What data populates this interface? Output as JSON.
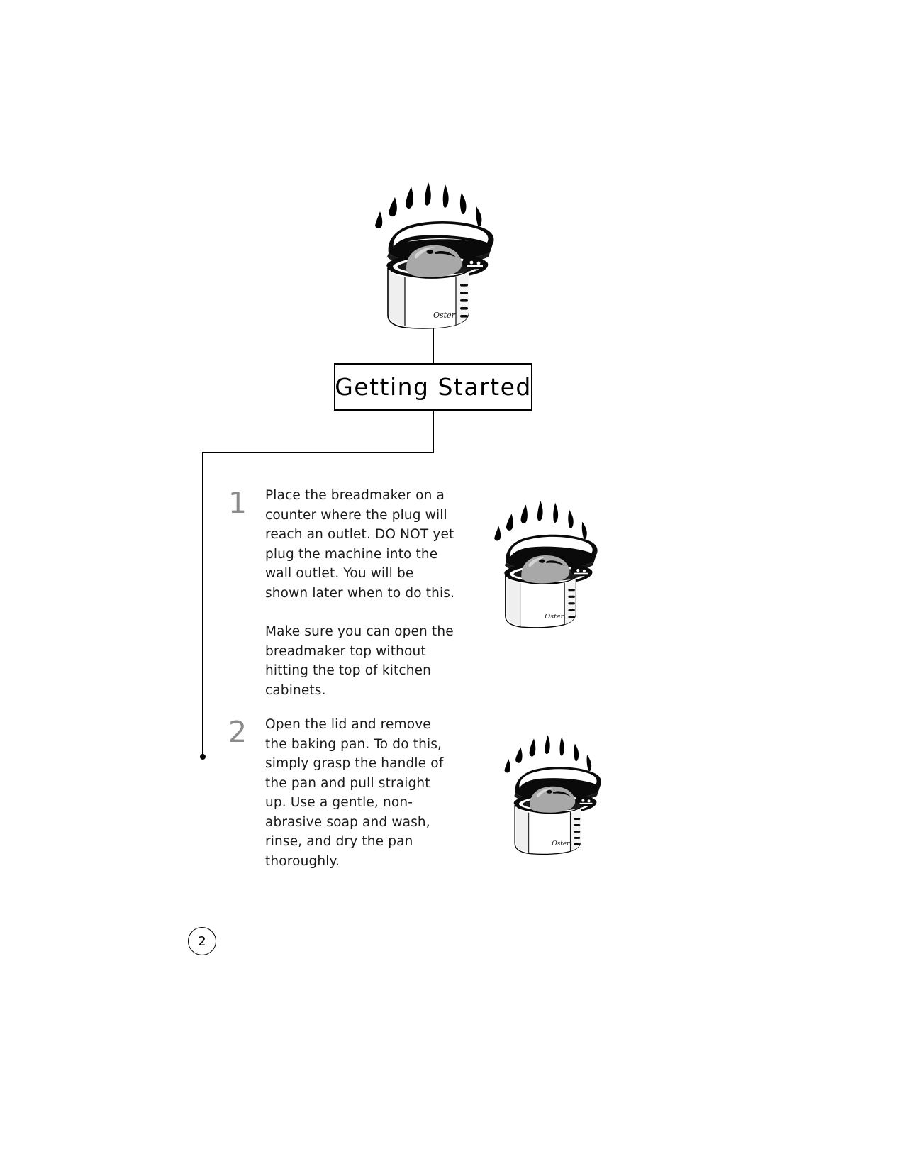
{
  "document": {
    "title": "Getting Started",
    "page_number": "2",
    "brand_logo_text": "Oster"
  },
  "steps": [
    {
      "number": "1",
      "paragraphs": [
        "Place the breadmaker on a counter where the plug will reach an outlet. DO NOT yet plug the machine into the wall outlet. You will be shown later when to do this.",
        "Make sure you can open the breadmaker top without hitting the top of kitchen cabinets."
      ]
    },
    {
      "number": "2",
      "paragraphs": [
        "Open the lid and remove the baking pan. To do this, simply grasp the handle of the pan and pull straight up. Use a gentle, non-abrasive soap and wash, rinse, and dry the pan thoroughly."
      ]
    }
  ],
  "illustrations": {
    "hero_alt": "breadmaker-open-lid-with-bread-and-steam",
    "step1_alt": "breadmaker-open-lid-with-bread-and-steam",
    "step2_alt": "breadmaker-open-lid-with-bread-and-steam"
  },
  "colors": {
    "text": "#1a1a1a",
    "step_number": "#8a8a8a",
    "line": "#000000",
    "bread": "#a8a8a8",
    "body_light": "#f2f2f2"
  }
}
